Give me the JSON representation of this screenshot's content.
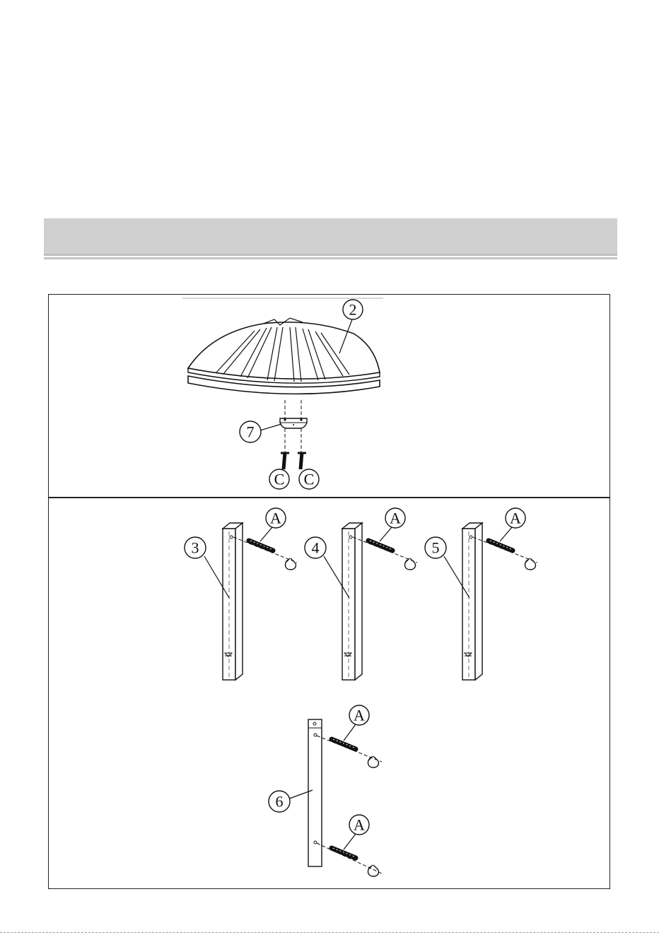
{
  "callouts": {
    "part_2": "2",
    "part_7": "7",
    "screw_c": "C",
    "part_3": "3",
    "part_4": "4",
    "part_5": "5",
    "part_6": "6",
    "bolt_a": "A"
  },
  "colors": {
    "header_band": "#d0d0d0",
    "line": "#222222"
  }
}
